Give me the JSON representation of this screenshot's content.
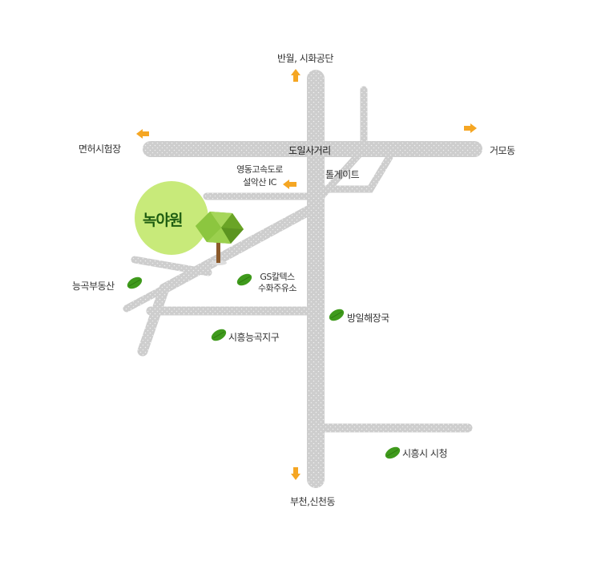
{
  "place": {
    "name": "녹야원",
    "circle_color": "#c8ea7a"
  },
  "roads": {
    "color": "#cfcfcf"
  },
  "directions": {
    "north": "반월, 시화공단",
    "south": "부천,신천동",
    "west": "면허시험장",
    "east": "거모동"
  },
  "labels": {
    "intersection": "도일사거리",
    "tollgate": "톨게이트",
    "expressway_line1": "영동고속도로",
    "expressway_line2": "설악산 IC"
  },
  "landmarks": [
    {
      "name": "능곡부동산"
    },
    {
      "name_line1": "GS칼텍스",
      "name_line2": "수화주유소"
    },
    {
      "name": "방일해장국"
    },
    {
      "name": "시흥능곡지구"
    },
    {
      "name": "시흥시 시청"
    }
  ],
  "colors": {
    "arrow": "#f5a623",
    "leaf": "#3f9a1c",
    "tree_top": "#8cc63f",
    "tree_trunk": "#8b5a2b"
  }
}
